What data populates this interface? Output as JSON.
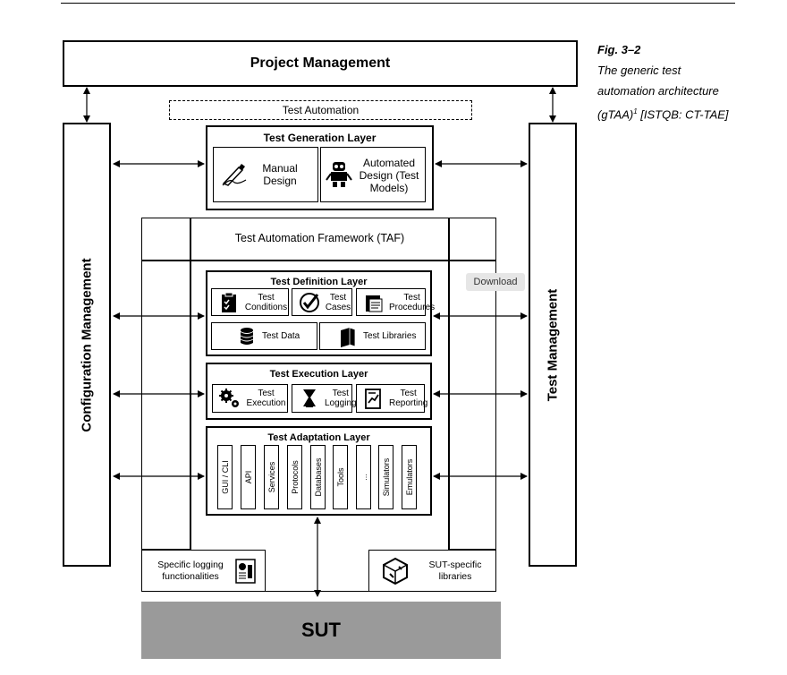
{
  "caption": {
    "fig": "Fig. 3–2",
    "line1": "The generic test",
    "line2": "automation architecture",
    "line3a": "(gTAA)",
    "line3sup": "1",
    "line3b": " [ISTQB: CT-TAE]"
  },
  "project_management": "Project Management",
  "test_automation": "Test Automation",
  "configuration_management": "Configuration Management",
  "test_management": "Test Management",
  "generation": {
    "title": "Test Generation Layer",
    "manual": "Manual Design",
    "automated": "Automated Design (Test Models)"
  },
  "taf": "Test Automation Framework (TAF)",
  "definition": {
    "title": "Test Definition Layer",
    "conditions": "Test Conditions",
    "cases": "Test Cases",
    "procedures": "Test Procedures",
    "data": "Test Data",
    "libraries": "Test Libraries"
  },
  "execution": {
    "title": "Test Execution Layer",
    "execution": "Test Execution",
    "logging": "Test Logging",
    "reporting": "Test Reporting"
  },
  "adaptation": {
    "title": "Test Adaptation Layer",
    "items": [
      "GUI / CLI",
      "API",
      "Services",
      "Protocols",
      "Databases",
      "Tools",
      "...",
      "Simulators",
      "Emulators"
    ]
  },
  "logging_box": "Specific logging functionalities",
  "sut_libraries": "SUT-specific libraries",
  "sut": "SUT",
  "download_button": "Download",
  "icons": [
    "pen-hand-icon",
    "robot-icon",
    "clipboard-icon",
    "checkmark-icon",
    "folder-icon",
    "database-icon",
    "books-icon",
    "gears-icon",
    "recorder-icon",
    "report-icon",
    "log-document-icon",
    "cube-tools-icon"
  ]
}
